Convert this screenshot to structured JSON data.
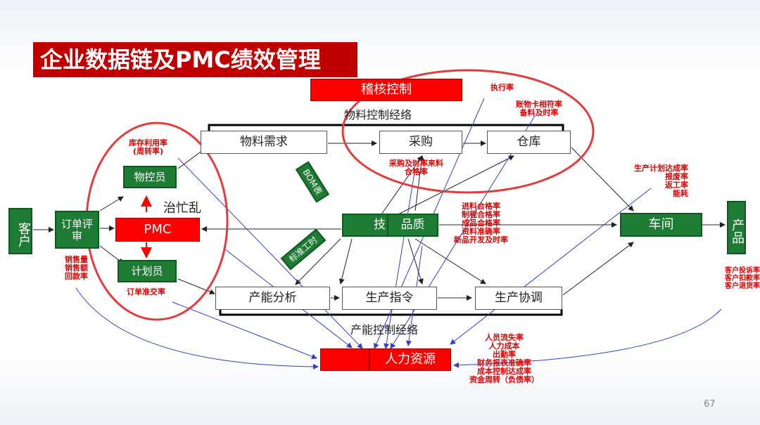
{
  "title": "企业数据链及PMC绩效管理",
  "nodes": {
    "customer": "客户",
    "order_review": "订单评审",
    "pmc": "PMC",
    "material_controller": "物控员",
    "planner": "计划员",
    "material_demand": "物料需求",
    "purchase": "采购",
    "warehouse": "仓库",
    "tech": "技",
    "quality": "品质",
    "workshop": "车间",
    "product": "产品",
    "capacity_analysis": "产能分析",
    "production_order": "生产指令",
    "production_coord": "生产协调",
    "hr": "人力资源",
    "audit_control": "稽核控制"
  },
  "labels": {
    "material_control_line": "物料控制经络",
    "capacity_control_line": "产能控制经络",
    "chaos": "治忙乱",
    "bom": "BOM表",
    "std_time": "标准工时",
    "page_number": "67"
  },
  "kpis": {
    "inventory": [
      "库存利用率",
      "(周转率)"
    ],
    "sales": [
      "销售量",
      "销售额",
      "回款率"
    ],
    "order_accuracy": "订单准交率",
    "execution": "执行率",
    "warehouse": [
      "账物卡相符率",
      "备料及时率"
    ],
    "purchase": [
      "采购及时率来料",
      "合格率"
    ],
    "quality": [
      "进料合格率",
      "制程合格率",
      "成品合格率",
      "资料准确率",
      "新品开发及时率"
    ],
    "workshop": [
      "生产计划达成率",
      "报废率",
      "返工率",
      "能耗"
    ],
    "hr": [
      "人员流失率",
      "人力成本",
      "出勤率",
      "财务报表准确率",
      "成本控制达成率",
      "资金周转（负债率）"
    ],
    "customer_kpis": [
      "客户投诉率",
      "客户扣款率",
      "客户退货率"
    ]
  },
  "colors": {
    "green": "#1e7b34",
    "red": "#ff0000",
    "title_red": "#c00000",
    "circle": "#e63b3b",
    "blue_line": "#2f3fd0"
  }
}
